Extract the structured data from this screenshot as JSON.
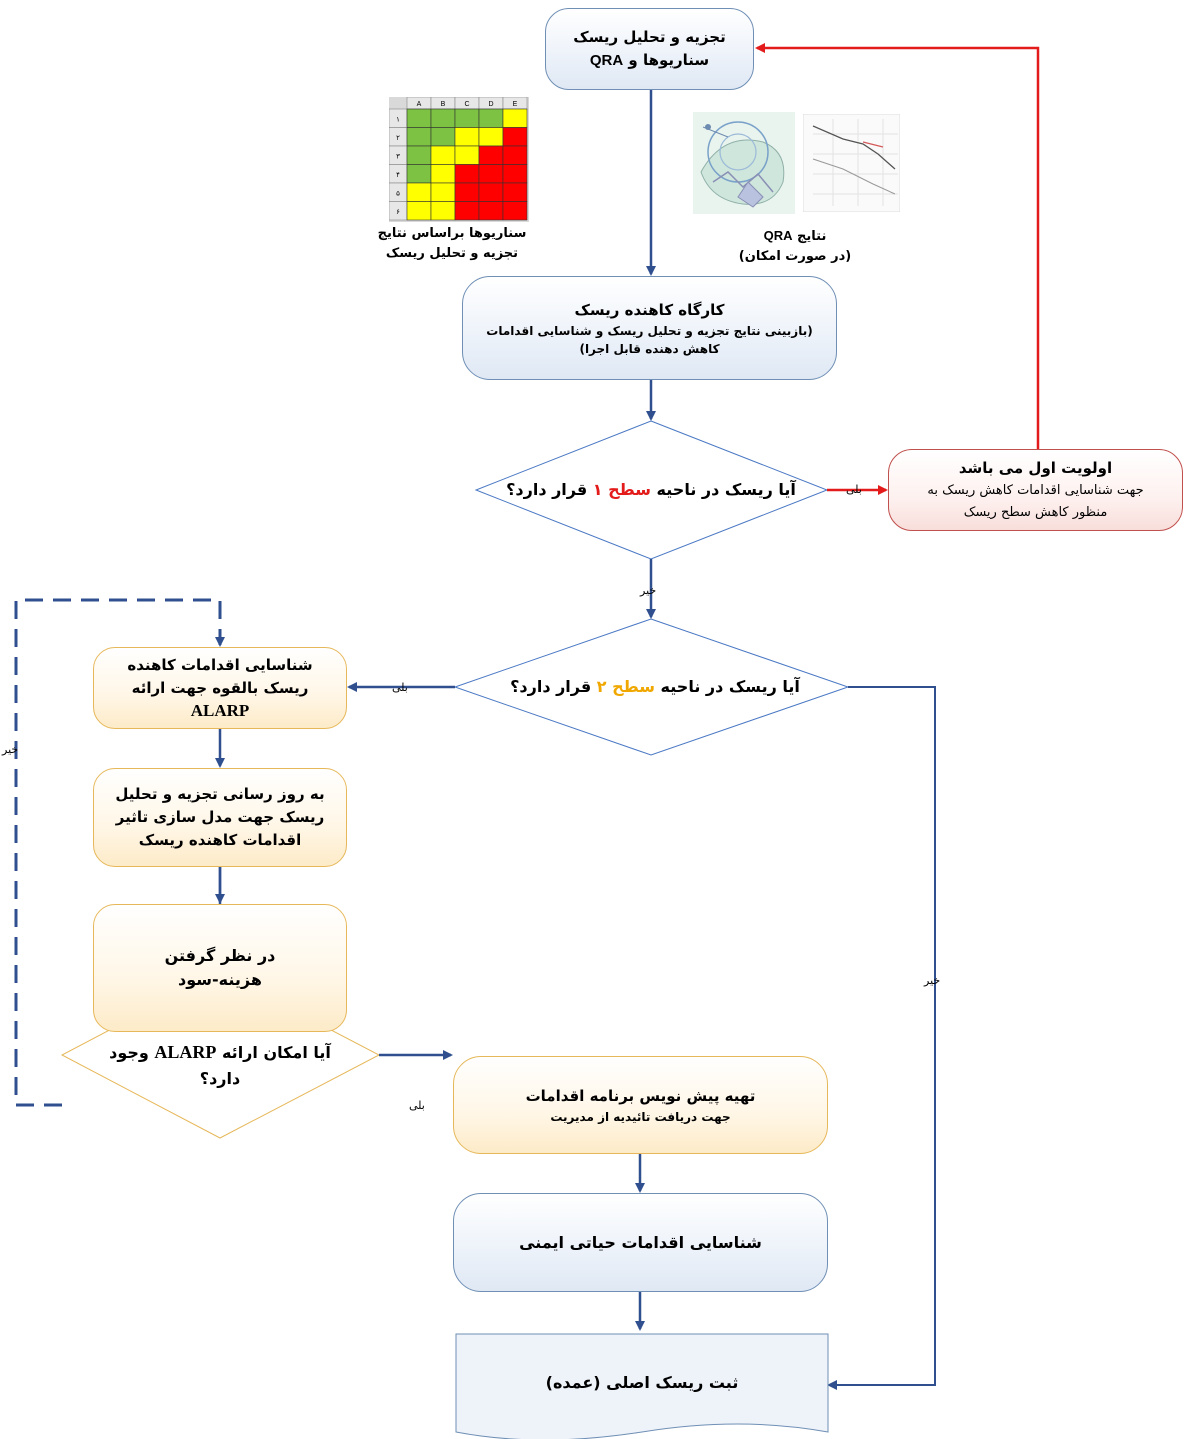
{
  "colors": {
    "blue_line": "#2f4f8f",
    "red_line": "#e31b1b",
    "level1": "#e31b1b",
    "level2": "#f0a800"
  },
  "nodes": {
    "risk_analysis": {
      "line1": "تجزیه و تحلیل ریسک",
      "line2_prefix": "سناریوها و ",
      "line2_acronym": "QRA"
    },
    "workshop": {
      "title": "کارگاه کاهنده ریسک",
      "line2": "(بازبینی نتایج تجزیه و تحلیل ریسک و شناسایی اقدامات",
      "line3": "کاهش دهنده قابل اجرا)"
    },
    "decision_level1": {
      "prefix": "آیا ریسک در ناحیه ",
      "level": "سطح ۱",
      "suffix": " قرار دارد؟"
    },
    "priority": {
      "title": "اولویت اول می باشد",
      "line2": "جهت شناسایی اقدامات کاهش ریسک به",
      "line3": "منظور کاهش سطح ریسک"
    },
    "decision_level2": {
      "prefix": "آیا ریسک در ناحیه ",
      "level": "سطح ۲",
      "suffix": " قرار دارد؟"
    },
    "alarp_identify": {
      "line1": "شناسایی اقدامات کاهنده",
      "line2": "ریسک بالقوه جهت ارائه",
      "line3": "ALARP"
    },
    "update_analysis": {
      "line1": "به روز رسانی تجزیه و تحلیل",
      "line2": "ریسک جهت مدل سازی تاثیر",
      "line3": "اقدامات کاهنده ریسک"
    },
    "cost_benefit": {
      "line1": "در نظر گرفتن",
      "line2": "هزینه-سود"
    },
    "decision_alarp": {
      "prefix": "آیا امکان ارائه ",
      "acronym": "ALARP",
      "suffix": " وجود",
      "line2": "دارد؟"
    },
    "draft_plan": {
      "title": "تهیه پیش نویس برنامه اقدامات",
      "subtitle": "جهت دریافت تائیدیه از مدیریت"
    },
    "safety_actions": {
      "label": "شناسایی اقدامات حیاتی ایمنی"
    },
    "register": {
      "label": "ثبت ریسک اصلی (عمده)"
    }
  },
  "captions": {
    "matrix": {
      "line1": "سناریوها براساس نتایج",
      "line2": "تجزیه و تحلیل ریسک"
    },
    "qra": {
      "prefix": "نتایج ",
      "acronym": "QRA",
      "line2": "(در صورت امکان)"
    }
  },
  "matrix": {
    "columns": [
      "A",
      "B",
      "C",
      "D",
      "E"
    ],
    "rows": [
      "۱",
      "۲",
      "۳",
      "۴",
      "۵",
      "۶"
    ],
    "cells": [
      [
        "green",
        "green",
        "green",
        "green",
        "yellow"
      ],
      [
        "green",
        "green",
        "yellow",
        "yellow",
        "red"
      ],
      [
        "green",
        "yellow",
        "yellow",
        "red",
        "red"
      ],
      [
        "green",
        "yellow",
        "red",
        "red",
        "red"
      ],
      [
        "yellow",
        "yellow",
        "red",
        "red",
        "red"
      ],
      [
        "yellow",
        "yellow",
        "red",
        "red",
        "red"
      ]
    ],
    "palette": {
      "green": "#7dc242",
      "yellow": "#ffff00",
      "red": "#ff0000"
    }
  },
  "edge_labels": {
    "yes_level1": "بلی",
    "no_level1": "خیر",
    "yes_level2": "بلی",
    "no_level2": "خیر",
    "yes_alarp": "بلی",
    "no_alarp": "خیر"
  }
}
